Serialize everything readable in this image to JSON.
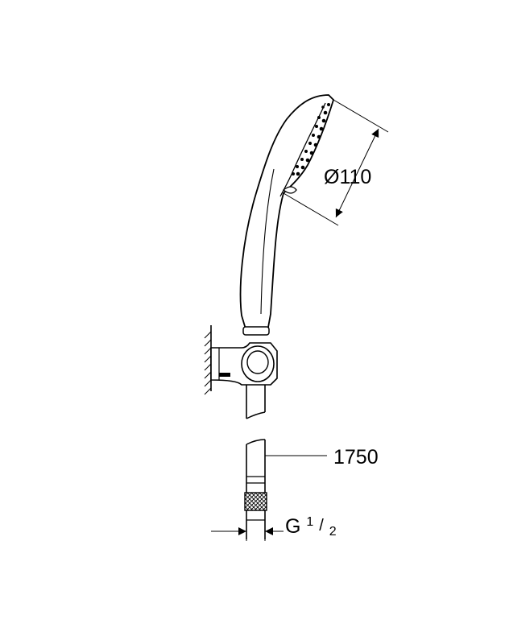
{
  "drawing": {
    "diameter_label": "Ø110",
    "hose_length_label": "1750",
    "thread_prefix": "G",
    "thread_numerator": "1",
    "thread_slash": "/",
    "thread_denominator": "2",
    "colors": {
      "line": "#000000",
      "fill": "#ffffff"
    }
  }
}
